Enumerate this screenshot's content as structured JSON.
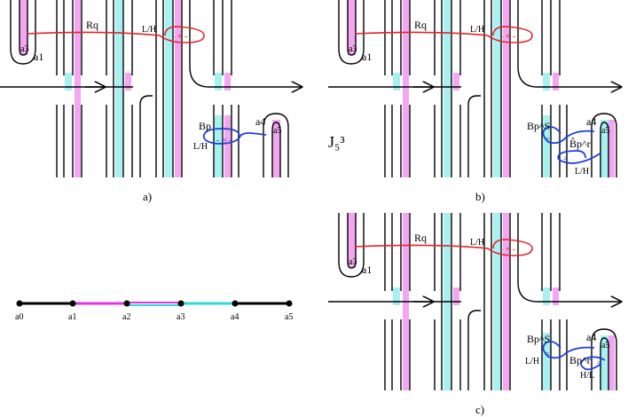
{
  "panels": {
    "a": {
      "caption": "a)",
      "labels": {
        "rq": "Rq",
        "lh": "L/H",
        "a1": "a1",
        "a3": "a3",
        "a4": "a4",
        "a5": "a5",
        "bp": "Bp",
        "lh2": "L/H"
      }
    },
    "b": {
      "caption": "b)",
      "side_label": "J₅³",
      "labels": {
        "rq": "Rq",
        "lh": "L/H",
        "a1": "a1",
        "a3": "a3",
        "a4": "a4",
        "a5": "a5",
        "bps": "Bp^S",
        "bpr": "B̂p^r",
        "lh2": "L/H"
      }
    },
    "c": {
      "caption": "c)",
      "labels": {
        "rq": "Rq",
        "lh": "L/H",
        "a1": "a1",
        "a3": "a3",
        "a4": "a4",
        "a5": "a5",
        "bps": "Bp^S",
        "bpr": "Bp^r",
        "lh2": "L/H",
        "hl": "H/L"
      }
    }
  },
  "number_line": {
    "points": [
      "a0",
      "a1",
      "a2",
      "a3",
      "a4",
      "a5"
    ]
  },
  "colors": {
    "cyan": "#a8f1f1",
    "pink": "#f4a6f2",
    "red": "#e0262b",
    "blue": "#1f3fd6"
  }
}
